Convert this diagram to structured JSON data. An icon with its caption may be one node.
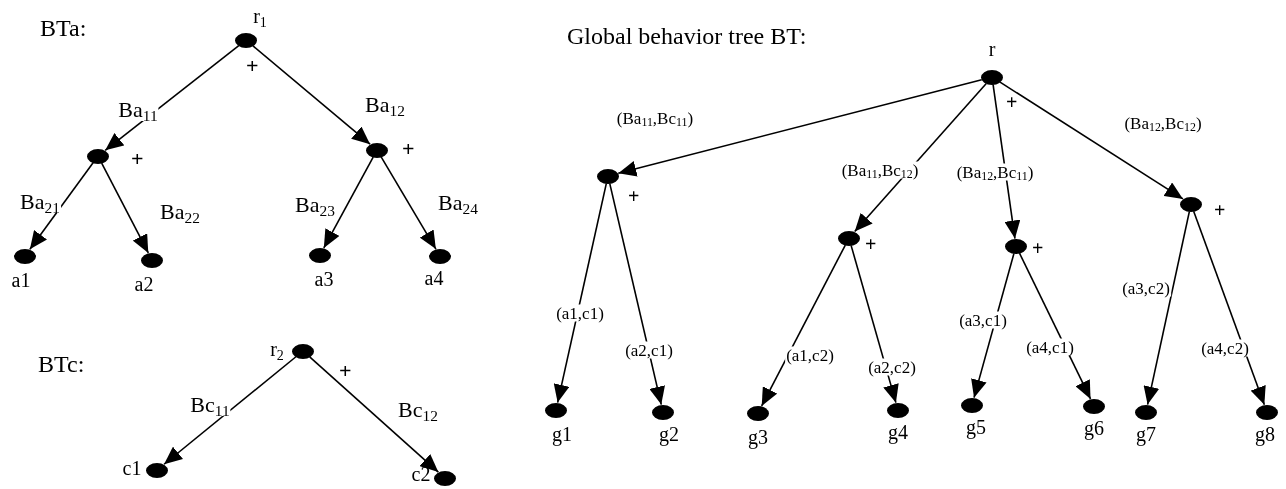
{
  "diagram": {
    "nodes": [
      {
        "text": [],
        "shape": "circle",
        "beside": [
          "r$_{1}$"
        ]
      },
      {
        "text": [],
        "shape": "circle"
      },
      {
        "text": [],
        "shape": "circle"
      },
      {
        "text": [],
        "shape": "circle",
        "beside": [
          "a1"
        ]
      },
      {
        "text": [],
        "shape": "circle",
        "beside": [
          "a2"
        ]
      },
      {
        "text": [],
        "shape": "circle",
        "beside": [
          "a3"
        ]
      },
      {
        "text": [],
        "shape": "circle",
        "beside": [
          "a4"
        ]
      },
      {
        "text": [],
        "shape": "circle",
        "beside": [
          "r$_{2}$"
        ]
      },
      {
        "text": [],
        "shape": "circle",
        "beside": [
          "c1"
        ]
      },
      {
        "text": [],
        "shape": "circle",
        "beside": [
          "c2"
        ]
      },
      {
        "text": [],
        "shape": "circle",
        "beside": [
          "r"
        ]
      },
      {
        "text": [],
        "shape": "circle"
      },
      {
        "text": [],
        "shape": "circle"
      },
      {
        "text": [],
        "shape": "circle"
      },
      {
        "text": [],
        "shape": "circle"
      },
      {
        "text": [],
        "shape": "circle",
        "beside": [
          "g1"
        ]
      },
      {
        "text": [],
        "shape": "circle",
        "beside": [
          "g2"
        ]
      },
      {
        "text": [],
        "shape": "circle",
        "beside": [
          "g3"
        ]
      },
      {
        "text": [],
        "shape": "circle",
        "beside": [
          "g4"
        ]
      },
      {
        "text": [],
        "shape": "circle",
        "beside": [
          "g5"
        ]
      },
      {
        "text": [],
        "shape": "circle",
        "beside": [
          "g6"
        ]
      },
      {
        "text": [],
        "shape": "circle",
        "beside": [
          "g7"
        ]
      },
      {
        "text": [],
        "shape": "circle",
        "beside": [
          "g8"
        ]
      }
    ],
    "edges": [
      {
        "from": 0,
        "to": 1,
        "arrow": "to",
        "label": "Ba$_{11}$"
      },
      {
        "from": 0,
        "to": 2,
        "arrow": "to",
        "label": "Ba$_{12}$"
      },
      {
        "from": 1,
        "to": 3,
        "arrow": "to",
        "label": "Ba$_{21}$"
      },
      {
        "from": 1,
        "to": 4,
        "arrow": "to",
        "label": "Ba$_{22}$"
      },
      {
        "from": 2,
        "to": 5,
        "arrow": "to",
        "label": "Ba$_{23}$"
      },
      {
        "from": 2,
        "to": 6,
        "arrow": "to",
        "label": "Ba$_{24}$"
      },
      {
        "from": 7,
        "to": 8,
        "arrow": "to",
        "label": "Bc$_{11}$"
      },
      {
        "from": 7,
        "to": 9,
        "arrow": "to",
        "label": "Bc$_{12}$"
      },
      {
        "from": 10,
        "to": 11,
        "arrow": "to",
        "label": "(Ba$_{11}$,Bc$_{11}$)"
      },
      {
        "from": 10,
        "to": 12,
        "arrow": "to",
        "label": "(Ba$_{11}$,Bc$_{12}$)"
      },
      {
        "from": 10,
        "to": 13,
        "arrow": "to",
        "label": "(Ba$_{12}$,Bc$_{11}$)"
      },
      {
        "from": 10,
        "to": 14,
        "arrow": "to",
        "label": "(Ba$_{12}$,Bc$_{12}$)"
      },
      {
        "from": 11,
        "to": 15,
        "arrow": "to",
        "label": "(a1,c1)"
      },
      {
        "from": 11,
        "to": 16,
        "arrow": "to",
        "label": "(a2,c1)"
      },
      {
        "from": 12,
        "to": 17,
        "arrow": "to",
        "label": "(a1,c2)"
      },
      {
        "from": 12,
        "to": 18,
        "arrow": "to",
        "label": "(a2,c2)"
      },
      {
        "from": 13,
        "to": 19,
        "arrow": "to",
        "label": "(a3,c1)"
      },
      {
        "from": 13,
        "to": 20,
        "arrow": "to",
        "label": "(a4,c1)"
      },
      {
        "from": 14,
        "to": 21,
        "arrow": "to",
        "label": "(a3,c2)"
      },
      {
        "from": 14,
        "to": 22,
        "arrow": "to",
        "label": "(a4,c2)"
      }
    ],
    "labels": [
      "BTa:",
      "+",
      "+",
      "+",
      "BTc:",
      "+",
      "Global behavior tree BT:",
      "+",
      "+",
      "+",
      "+",
      "+"
    ]
  }
}
